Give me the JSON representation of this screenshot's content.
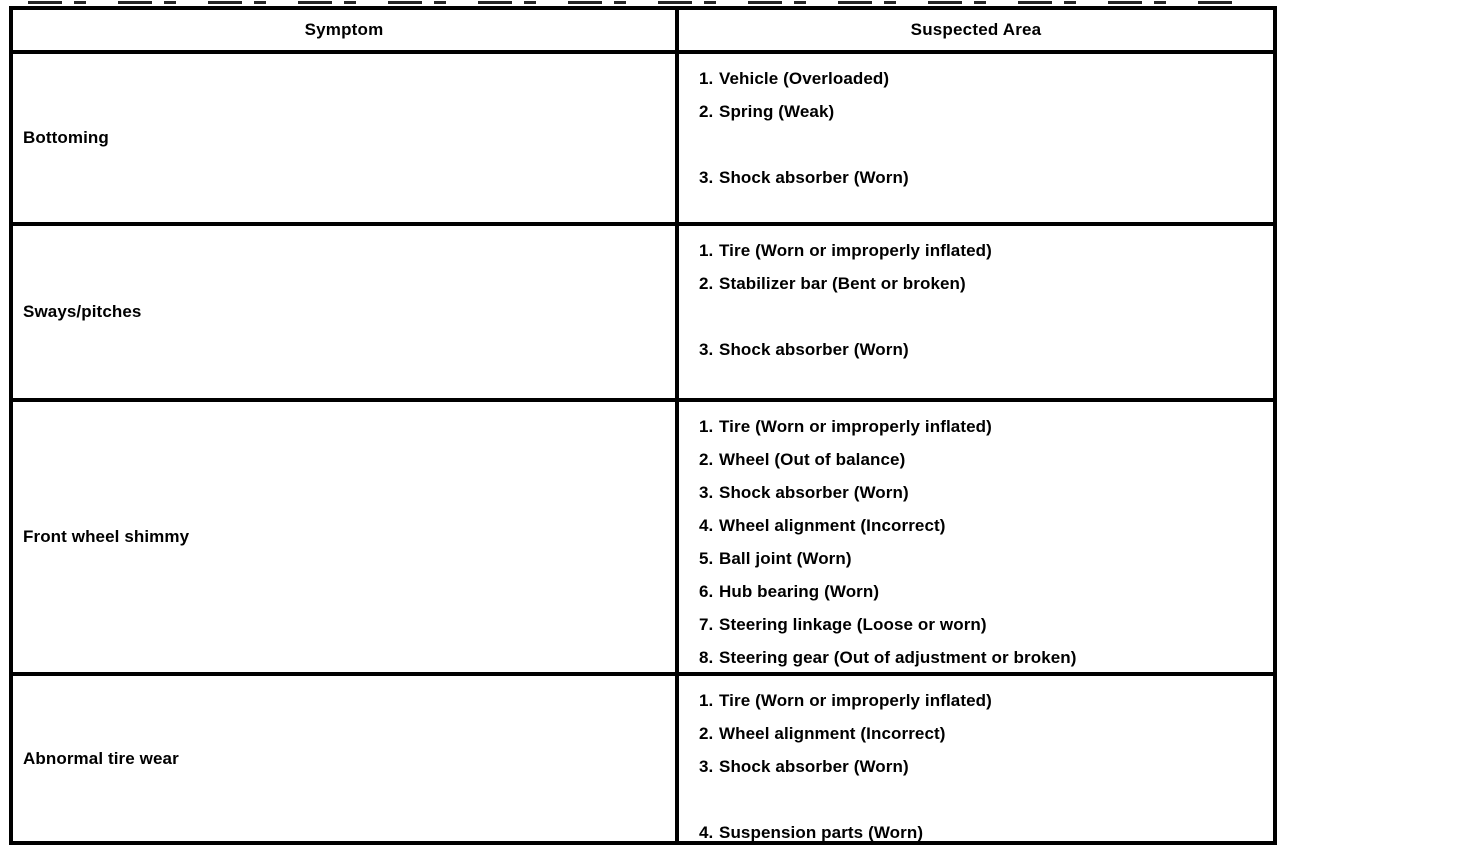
{
  "document": {
    "background": "#ffffff",
    "ink": "#000000",
    "kind": "suspension-troubleshooting-table"
  },
  "table": {
    "headers": [
      {
        "label": "Symptom"
      },
      {
        "label": "Suspected Area"
      }
    ],
    "rows": [
      {
        "symptom": "Bottoming",
        "suspected_areas": [
          {
            "num": "1.",
            "text": "Vehicle (Overloaded)"
          },
          {
            "num": "2.",
            "text": "Spring (Weak)"
          },
          {
            "spacer": true
          },
          {
            "num": "3.",
            "text": "Shock absorber (Worn)"
          }
        ]
      },
      {
        "symptom": "Sways/pitches",
        "suspected_areas": [
          {
            "num": "1.",
            "text": "Tire (Worn or improperly inflated)"
          },
          {
            "num": "2.",
            "text": "Stabilizer bar (Bent or broken)"
          },
          {
            "spacer": true
          },
          {
            "num": "3.",
            "text": "Shock absorber (Worn)"
          }
        ]
      },
      {
        "symptom": "Front wheel shimmy",
        "suspected_areas": [
          {
            "num": "1.",
            "text": "Tire (Worn or improperly inflated)"
          },
          {
            "num": "2.",
            "text": "Wheel (Out of balance)"
          },
          {
            "num": "3.",
            "text": "Shock absorber (Worn)"
          },
          {
            "num": "4.",
            "text": "Wheel alignment (Incorrect)"
          },
          {
            "num": "5.",
            "text": "Ball joint (Worn)"
          },
          {
            "num": "6.",
            "text": "Hub bearing (Worn)"
          },
          {
            "num": "7.",
            "text": "Steering linkage (Loose or worn)"
          },
          {
            "num": "8.",
            "text": "Steering gear (Out of adjustment or broken)"
          }
        ]
      },
      {
        "symptom": "Abnormal tire wear",
        "suspected_areas": [
          {
            "num": "1.",
            "text": "Tire (Worn or improperly inflated)"
          },
          {
            "num": "2.",
            "text": "Wheel alignment (Incorrect)"
          },
          {
            "num": "3.",
            "text": "Shock absorber (Worn)"
          },
          {
            "spacer": true
          },
          {
            "num": "4.",
            "text": "Suspension parts (Worn)"
          }
        ]
      }
    ]
  }
}
